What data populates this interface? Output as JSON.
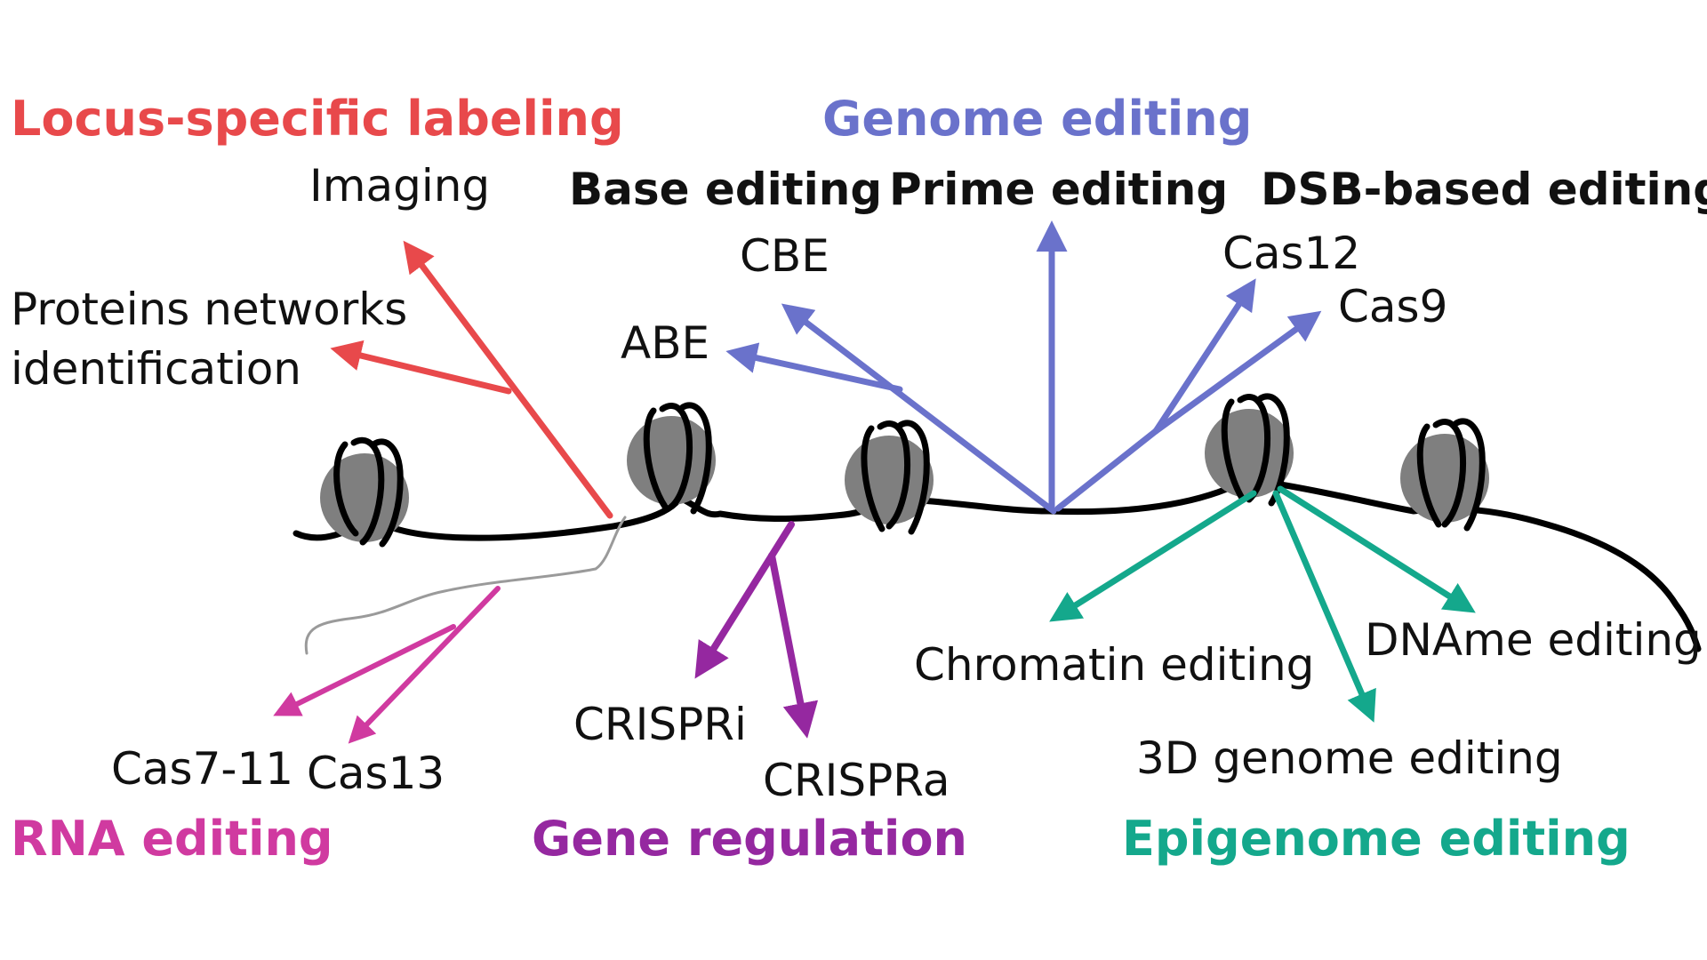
{
  "colors": {
    "labeling": "#E8494B",
    "genome": "#6A72CB",
    "rna": "#D03AA0",
    "regulation": "#9528A0",
    "epigenome": "#14A88C",
    "dna": "#000000",
    "rna_strand": "#999999",
    "nucleosome": "#7F7F7F"
  },
  "categories": {
    "labeling": "Locus-specific labeling",
    "genome": "Genome editing",
    "rna": "RNA editing",
    "regulation": "Gene regulation",
    "epigenome": "Epigenome editing"
  },
  "subheads": {
    "base": "Base editing",
    "prime": "Prime editing",
    "dsb": "DSB-based editing"
  },
  "labels": {
    "imaging": "Imaging",
    "proteins_line1": "Proteins networks",
    "proteins_line2": "identification",
    "cbe": "CBE",
    "abe": "ABE",
    "cas12": "Cas12",
    "cas9": "Cas9",
    "cas7_11": "Cas7-11",
    "cas13": "Cas13",
    "crispri": "CRISPRi",
    "crispra": "CRISPRa",
    "chromatin": "Chromatin editing",
    "dname": "DNAme editing",
    "genome3d": "3D genome editing"
  }
}
